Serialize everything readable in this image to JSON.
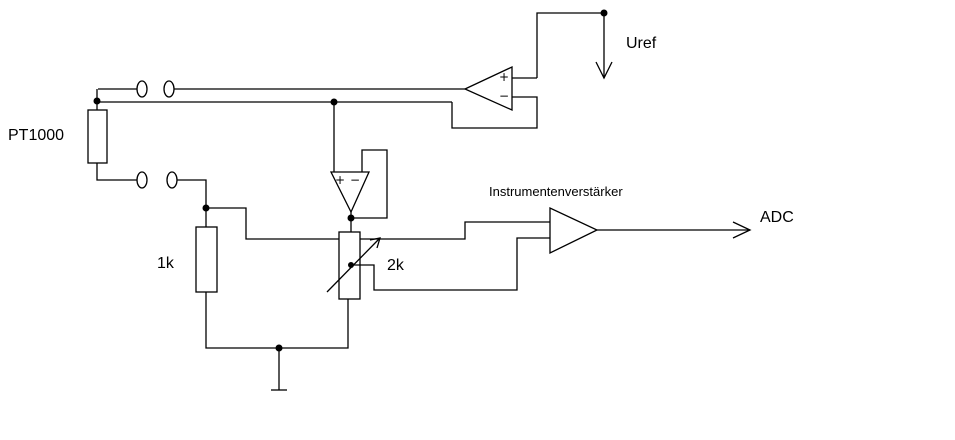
{
  "labels": {
    "uref": "Uref",
    "pt1000": "PT1000",
    "r1k": "1k",
    "pot2k": "2k",
    "inamp": "Instrumentenverstärker",
    "adc": "ADC"
  },
  "opamp_signs": {
    "ref_plus": "+",
    "ref_minus": "−",
    "buf_plus": "+",
    "buf_minus": "−"
  }
}
